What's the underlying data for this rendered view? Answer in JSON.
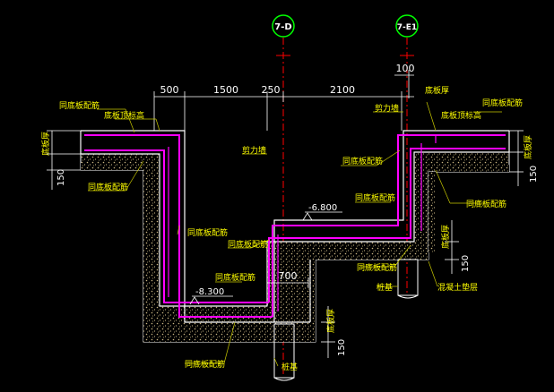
{
  "colors": {
    "background": "#000000",
    "wall_outline": "#ffffff",
    "rebar": "#ff00ff",
    "concrete_fill": "#c8b482",
    "dimension": "#ffffff",
    "label": "#ffff00",
    "leader": "#00ff00",
    "axis_line": "#ff0000",
    "axis_bubble": "#00ff00"
  },
  "axes": {
    "left": "7-D",
    "right": "7-E1"
  },
  "dimensions": {
    "d500": "500",
    "d1500": "1500",
    "d250": "250",
    "d2100": "2100",
    "d100": "100",
    "d150_left": "150",
    "d150_right_upper": "150",
    "d150_right_lower": "150",
    "d150_bottom": "150",
    "d700": "700"
  },
  "elevations": {
    "mid": "-6.800",
    "low": "-8.300"
  },
  "labels": {
    "tongdiban_1": "同底板配筋",
    "dibanding_biaogao_left": "底板顶标高",
    "diban_hou_left": "底板厚",
    "tongdiban_2": "同底板配筋",
    "jianliqiang_1": "剪力墙",
    "tongdiban_3": "同底板配筋",
    "tongdiban_4": "同底板配筋",
    "tongdiban_5": "同底板配筋",
    "tongdiban_6": "同底板配筋",
    "tongdiban_7": "同底板配筋",
    "dibanhou_top": "底板厚",
    "jianliqiang_2": "剪力墙",
    "tongdiban_8": "同底板配筋",
    "dibanding_biaogao_right": "底板顶标高",
    "tongdiban_9": "同底板配筋",
    "diban_hou_right": "底板厚",
    "tongdiban_10": "同底板配筋",
    "diban_hou_mid": "底板厚",
    "tongdiban_11": "同底板配筋",
    "zhuangji_1": "桩基",
    "hunningtu_dianceng": "混凝土垫层",
    "diban_hou_bottom": "底板厚",
    "tongdiban_12": "同底板配筋",
    "zhuangji_2": "桩基"
  }
}
